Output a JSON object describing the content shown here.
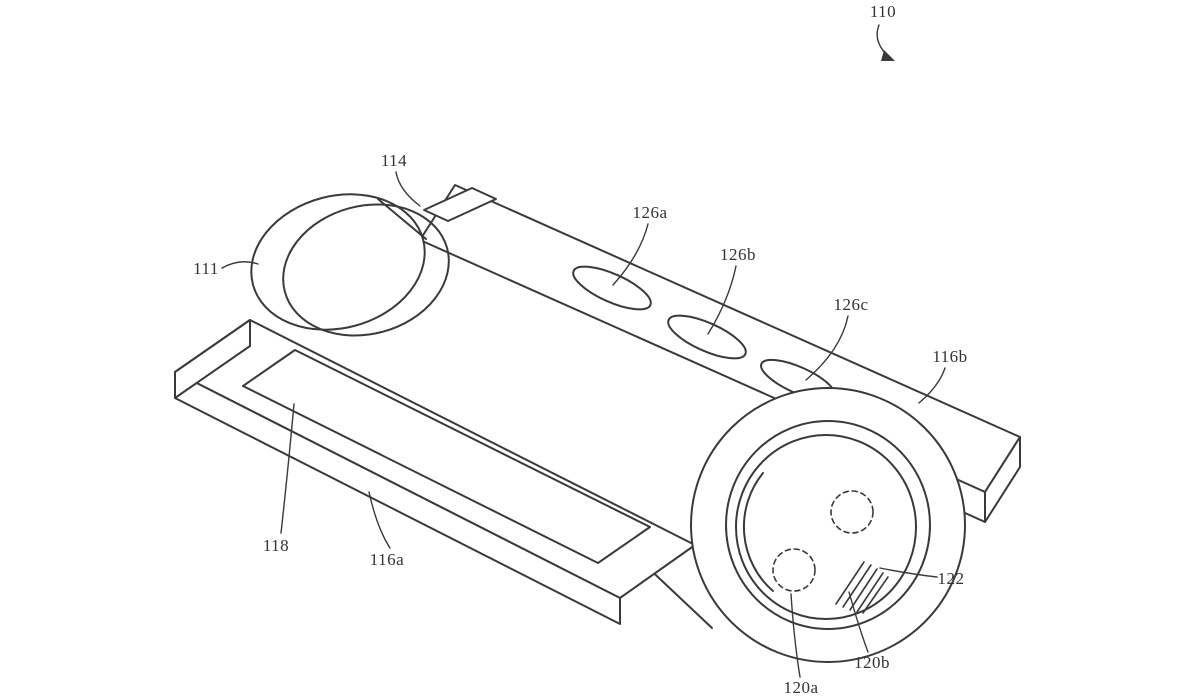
{
  "figure": {
    "description": "patent-style line drawing of cylindrical hinge assembly",
    "background_color": "#ffffff",
    "line_color": "#3a3a3a",
    "reference_labels": [
      {
        "ref": "110",
        "text": "110"
      },
      {
        "ref": "114",
        "text": "114"
      },
      {
        "ref": "111",
        "text": "111"
      },
      {
        "ref": "126a",
        "text": "126a"
      },
      {
        "ref": "126b",
        "text": "126b"
      },
      {
        "ref": "126c",
        "text": "126c"
      },
      {
        "ref": "116b",
        "text": "116b"
      },
      {
        "ref": "118",
        "text": "118"
      },
      {
        "ref": "116a",
        "text": "116a"
      },
      {
        "ref": "122",
        "text": "122"
      },
      {
        "ref": "120a",
        "text": "120a"
      },
      {
        "ref": "120b",
        "text": "120b"
      }
    ]
  }
}
